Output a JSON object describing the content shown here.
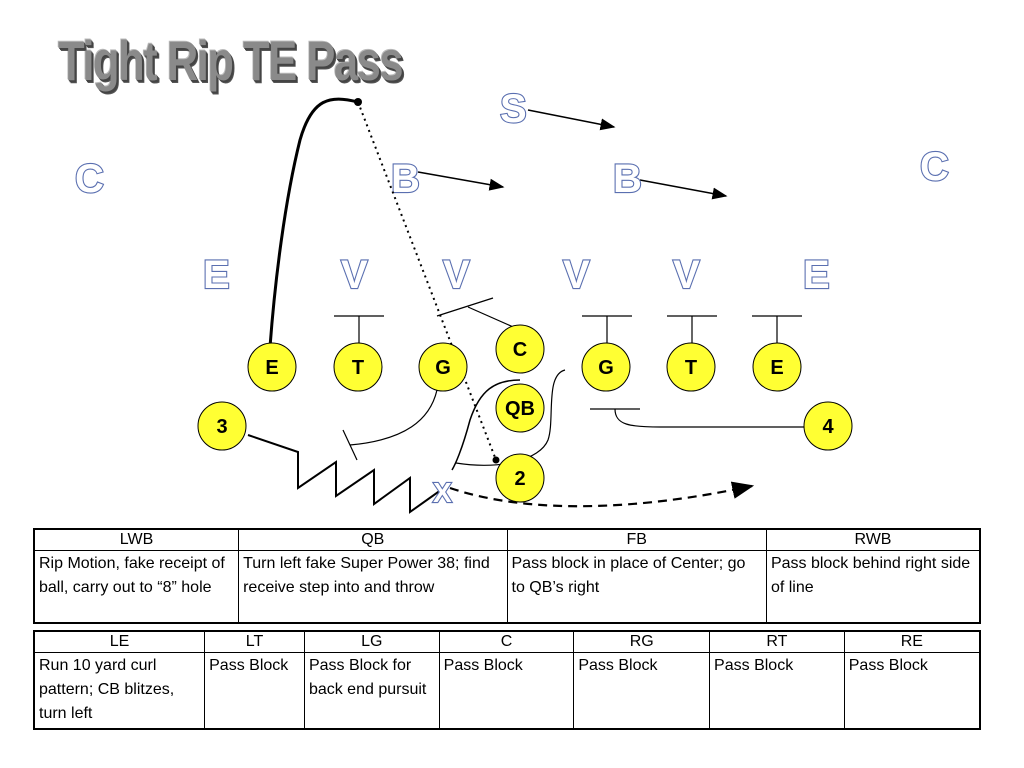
{
  "title": "Tight Rip TE Pass",
  "defense": [
    {
      "id": "S",
      "label": "S"
    },
    {
      "id": "C-left",
      "label": "C"
    },
    {
      "id": "B-left",
      "label": "B"
    },
    {
      "id": "B-right",
      "label": "B"
    },
    {
      "id": "C-right",
      "label": "C"
    },
    {
      "id": "E-left",
      "label": "E"
    },
    {
      "id": "V1",
      "label": "V"
    },
    {
      "id": "V2",
      "label": "V"
    },
    {
      "id": "V3",
      "label": "V"
    },
    {
      "id": "V4",
      "label": "V"
    },
    {
      "id": "E-right",
      "label": "E"
    }
  ],
  "offense": [
    {
      "id": "LE",
      "label": "E"
    },
    {
      "id": "LT",
      "label": "T"
    },
    {
      "id": "LG",
      "label": "G"
    },
    {
      "id": "C",
      "label": "C"
    },
    {
      "id": "RG",
      "label": "G"
    },
    {
      "id": "RT",
      "label": "T"
    },
    {
      "id": "RE",
      "label": "E"
    },
    {
      "id": "QB",
      "label": "QB"
    },
    {
      "id": "LWB",
      "label": "3"
    },
    {
      "id": "RWB",
      "label": "4"
    },
    {
      "id": "FB",
      "label": "2"
    }
  ],
  "x_mark": "X",
  "colors": {
    "player_fill": "#ffff33",
    "defense_text": "#5a6fb0",
    "title": "#8a8a8a"
  },
  "backs_table": {
    "headers": [
      "LWB",
      "QB",
      "FB",
      "RWB"
    ],
    "cells": [
      "Rip Motion, fake receipt of ball, carry out to “8” hole",
      "Turn left fake Super Power 38; find receive step into and throw",
      "Pass block in place of Center; go to QB’s right",
      "Pass block behind right side of line"
    ]
  },
  "line_table": {
    "headers": [
      "LE",
      "LT",
      "LG",
      "C",
      "RG",
      "RT",
      "RE"
    ],
    "cells": [
      "Run 10 yard curl pattern; CB blitzes, turn left",
      "Pass Block",
      "Pass Block for back end pursuit",
      "Pass Block",
      "Pass Block",
      "Pass Block",
      "Pass Block"
    ]
  }
}
